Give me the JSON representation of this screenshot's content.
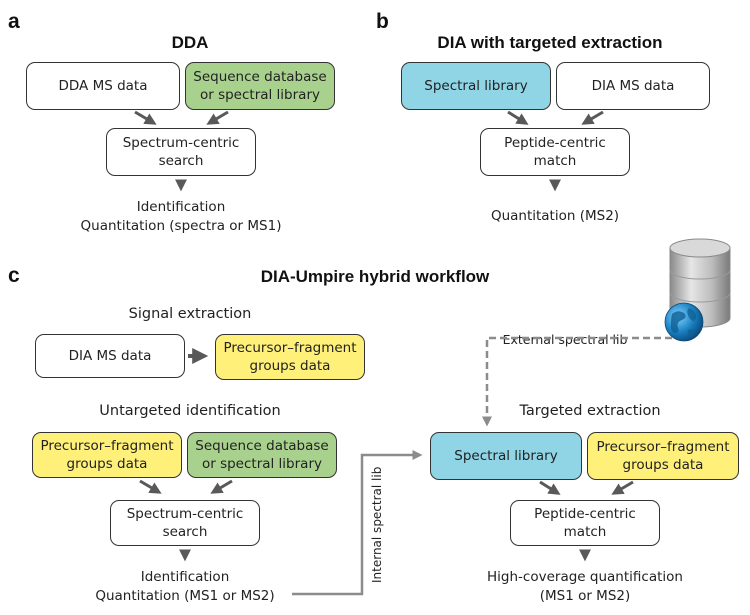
{
  "panel_a": {
    "letter": "a",
    "title": "DDA",
    "box_dda_ms": "DDA MS data",
    "box_seq_db": [
      "Sequence database",
      "or spectral library"
    ],
    "box_search": [
      "Spectrum-centric",
      "search"
    ],
    "output": [
      "Identification",
      "Quantitation (spectra or MS1)"
    ]
  },
  "panel_b": {
    "letter": "b",
    "title": "DIA with targeted extraction",
    "box_spectral_library": "Spectral library",
    "box_dia_ms": "DIA MS data",
    "box_match": [
      "Peptide-centric",
      "match"
    ],
    "output": "Quantitation (MS2)"
  },
  "panel_c": {
    "letter": "c",
    "title": "DIA-Umpire hybrid workflow",
    "signal": {
      "title": "Signal extraction",
      "box_dia_ms": "DIA MS data",
      "box_groups": [
        "Precursor–fragment",
        "groups data"
      ]
    },
    "untargeted": {
      "title": "Untargeted identification",
      "box_groups": [
        "Precursor–fragment",
        "groups data"
      ],
      "box_seq_db": [
        "Sequence database",
        "or spectral library"
      ],
      "box_search": [
        "Spectrum-centric",
        "search"
      ],
      "output": [
        "Identification",
        "Quantitation (MS1 or MS2)"
      ]
    },
    "internal_lib_label": "Internal spectral lib",
    "external_lib_label": "External spectral lib",
    "database_icon": "database-globe-icon",
    "targeted": {
      "title": "Targeted extraction",
      "box_spectral_library": "Spectral library",
      "box_groups": [
        "Precursor–fragment",
        "groups data"
      ],
      "box_match": [
        "Peptide-centric",
        "match"
      ],
      "output": [
        "High-coverage quantification",
        "(MS1 or MS2)"
      ]
    }
  },
  "colors": {
    "green": "#a9d18e",
    "blue": "#8fd5e6",
    "yellow": "#fff07a",
    "arrow": "#595959",
    "dashed_arrow": "#8c8c8c"
  }
}
